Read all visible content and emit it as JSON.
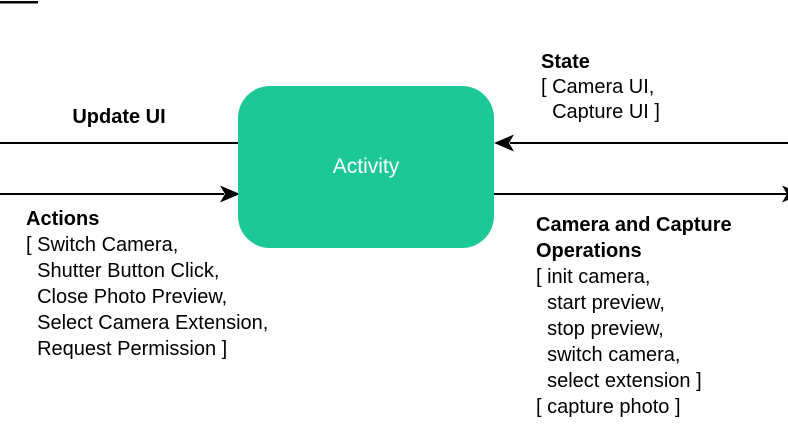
{
  "diagram": {
    "colors": {
      "node_fill": "#1dc897",
      "node_text": "#ffffff",
      "line": "#000000",
      "text": "#000000",
      "background": "#ffffff"
    },
    "node": {
      "label": "Activity"
    },
    "edges": {
      "update_ui": {
        "label": "Update UI",
        "direction": "from activity to left"
      },
      "actions": {
        "label": "Actions",
        "direction": "from left into activity",
        "lines": [
          "[ Switch Camera,",
          "  Shutter Button Click,",
          "  Close Photo Preview,",
          "  Select Camera Extension,",
          "  Request Permission ]"
        ]
      },
      "state": {
        "label": "State",
        "direction": "from right into activity",
        "lines": [
          "[ Camera UI,",
          "  Capture UI ]"
        ]
      },
      "camera_ops": {
        "label_lines": [
          "Camera and Capture",
          "Operations"
        ],
        "direction": "from activity to right",
        "lines": [
          "[ init camera,",
          "  start preview,",
          "  stop preview,",
          "  switch camera,",
          "  select extension ]",
          "[ capture photo ]"
        ]
      }
    }
  }
}
